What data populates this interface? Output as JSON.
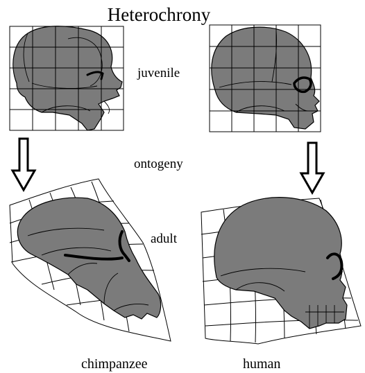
{
  "title": "Heterochrony",
  "labels": {
    "juvenile": "juvenile",
    "ontogeny": "ontogeny",
    "adult": "adult",
    "chimpanzee": "chimpanzee",
    "human": "human"
  },
  "colors": {
    "skull_fill": "#7b7b7b",
    "line": "#000000",
    "background": "#ffffff"
  }
}
